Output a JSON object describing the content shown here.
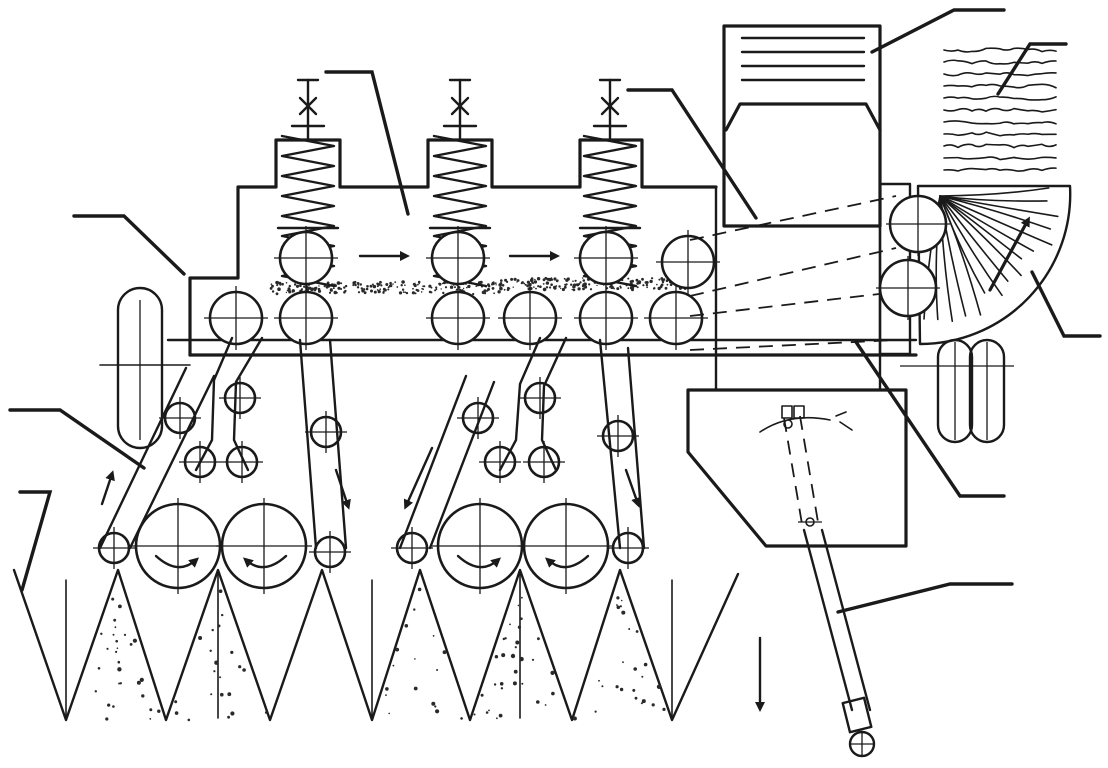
{
  "figure": {
    "background": "#ffffff",
    "ink": "#1a1a1a",
    "rollers_top_row": 3,
    "spring_units": 3,
    "feed_hoppers": 6,
    "pointer_leaders": 9,
    "labels": []
  }
}
